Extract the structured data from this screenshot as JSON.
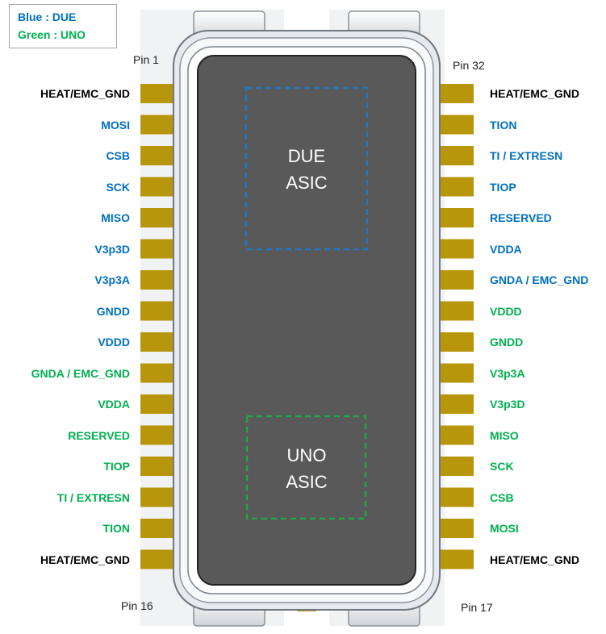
{
  "legend": {
    "due": "Blue : DUE",
    "uno": "Green : UNO"
  },
  "colors": {
    "due": "#0070c0",
    "uno": "#00b050",
    "common": "#000000",
    "pad": "#b8960c",
    "die": "#595959"
  },
  "pin_captions": {
    "pin1": "Pin 1",
    "pin16": "Pin 16",
    "pin17": "Pin 17",
    "pin32": "Pin 32"
  },
  "asics": {
    "due": {
      "line1": "DUE",
      "line2": "ASIC"
    },
    "uno": {
      "line1": "UNO",
      "line2": "ASIC"
    }
  },
  "left_pins": [
    {
      "label": "HEAT/EMC_GND",
      "group": "common"
    },
    {
      "label": "MOSI",
      "group": "due"
    },
    {
      "label": "CSB",
      "group": "due"
    },
    {
      "label": "SCK",
      "group": "due"
    },
    {
      "label": "MISO",
      "group": "due"
    },
    {
      "label": "V3p3D",
      "group": "due"
    },
    {
      "label": "V3p3A",
      "group": "due"
    },
    {
      "label": "GNDD",
      "group": "due"
    },
    {
      "label": "VDDD",
      "group": "due"
    },
    {
      "label": "GNDA / EMC_GND",
      "group": "uno"
    },
    {
      "label": "VDDA",
      "group": "uno"
    },
    {
      "label": "RESERVED",
      "group": "uno"
    },
    {
      "label": "TIOP",
      "group": "uno"
    },
    {
      "label": "TI / EXTRESN",
      "group": "uno"
    },
    {
      "label": "TION",
      "group": "uno"
    },
    {
      "label": "HEAT/EMC_GND",
      "group": "common"
    }
  ],
  "right_pins": [
    {
      "label": "HEAT/EMC_GND",
      "group": "common"
    },
    {
      "label": "TION",
      "group": "due"
    },
    {
      "label": "TI / EXTRESN",
      "group": "due"
    },
    {
      "label": "TIOP",
      "group": "due"
    },
    {
      "label": "RESERVED",
      "group": "due"
    },
    {
      "label": "VDDA",
      "group": "due"
    },
    {
      "label": "GNDA / EMC_GND",
      "group": "due"
    },
    {
      "label": "VDDD",
      "group": "uno"
    },
    {
      "label": "GNDD",
      "group": "uno"
    },
    {
      "label": "V3p3A",
      "group": "uno"
    },
    {
      "label": "V3p3D",
      "group": "uno"
    },
    {
      "label": "MISO",
      "group": "uno"
    },
    {
      "label": "SCK",
      "group": "uno"
    },
    {
      "label": "CSB",
      "group": "uno"
    },
    {
      "label": "MOSI",
      "group": "uno"
    },
    {
      "label": "HEAT/EMC_GND",
      "group": "common"
    }
  ]
}
